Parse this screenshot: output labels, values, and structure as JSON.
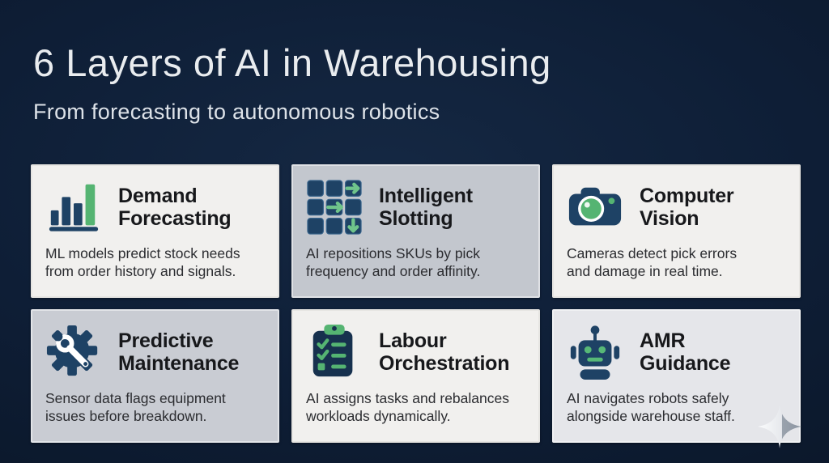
{
  "header": {
    "title": "6 Layers of AI in Warehousing",
    "subtitle": "From forecasting to autonomous robotics"
  },
  "cards": [
    {
      "icon": "bar-chart-icon",
      "title": "Demand\nForecasting",
      "description": "ML models predict stock needs\nfrom order history and signals."
    },
    {
      "icon": "grid-arrows-icon",
      "title": "Intelligent\nSlotting",
      "description": "AI repositions SKUs by pick\nfrequency and order affinity."
    },
    {
      "icon": "camera-icon",
      "title": "Computer\nVision",
      "description": "Cameras detect pick errors\nand damage in real time."
    },
    {
      "icon": "gear-wrench-icon",
      "title": "Predictive\nMaintenance",
      "description": "Sensor data flags equipment\nissues before breakdown."
    },
    {
      "icon": "clipboard-checklist-icon",
      "title": "Labour\nOrchestration",
      "description": "AI assigns tasks and rebalances\nworkloads dynamically."
    },
    {
      "icon": "robot-icon",
      "title": "AMR\nGuidance",
      "description": "AI navigates robots safely\nalongside warehouse staff."
    }
  ],
  "colors": {
    "background_navy": "#0e1e36",
    "card_light": "#f1f0ee",
    "card_gray": "#c3c7ce",
    "card_soft": "#e5e6ea",
    "icon_navy": "#1e4265",
    "icon_navy_deep": "#17314e",
    "icon_green": "#55b472",
    "arrow_green": "#6fc48b",
    "title_text": "#e9ecef",
    "heading_text": "#17181b",
    "body_text": "#2b2c30"
  }
}
